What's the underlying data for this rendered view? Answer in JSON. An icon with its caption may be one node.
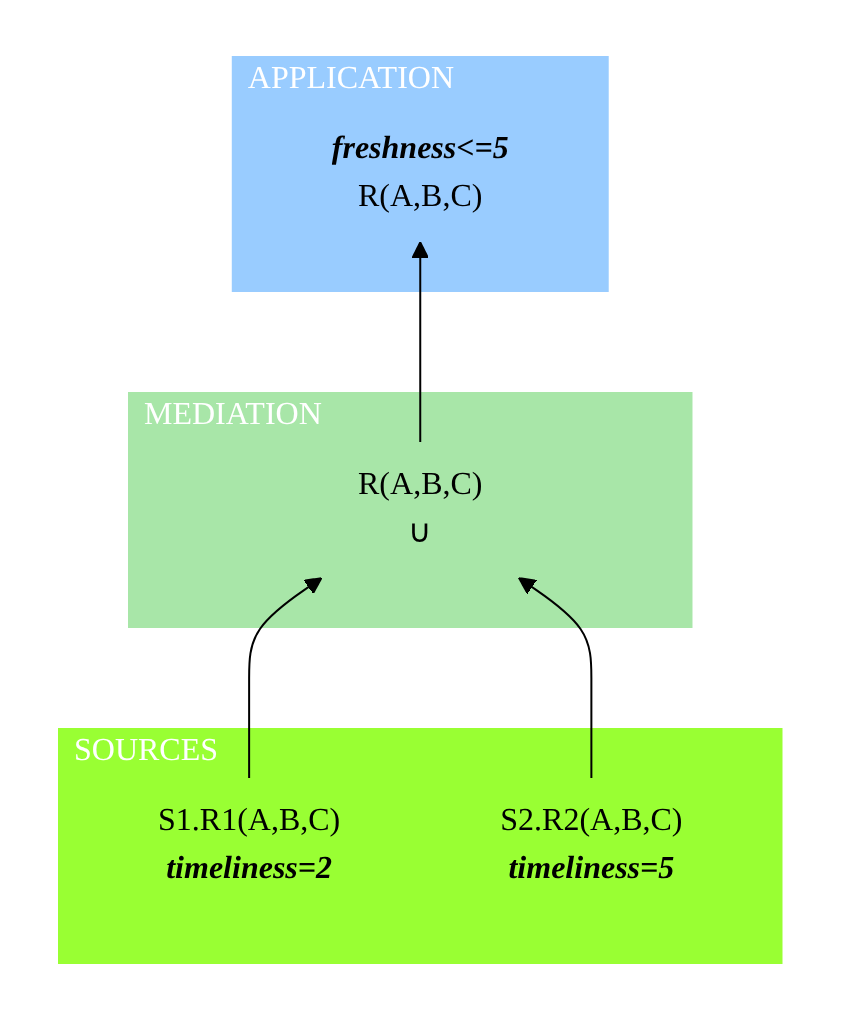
{
  "diagram": {
    "nodes": [
      {
        "text": [
          "APPLICATION"
        ]
      },
      {
        "text": [
          "freshness<=5",
          "R(A,B,C)"
        ],
        "in": 0
      },
      {
        "text": [
          "MEDIATION"
        ]
      },
      {
        "text": [
          "R(A,B,C)",
          "∪"
        ],
        "in": 2
      },
      {
        "text": [
          "SOURCES"
        ]
      },
      {
        "text": [
          "S1.R1(A,B,C)",
          "timeliness=2"
        ],
        "in": 4
      },
      {
        "text": [
          "S2.R2(A,B,C)",
          "timeliness=5"
        ],
        "in": 4
      }
    ],
    "edges": [
      {
        "from": 3,
        "to": 1,
        "arrow": "to"
      },
      {
        "from": 5,
        "to": 3,
        "arrow": "to"
      },
      {
        "from": 6,
        "to": 3,
        "arrow": "to"
      }
    ]
  }
}
